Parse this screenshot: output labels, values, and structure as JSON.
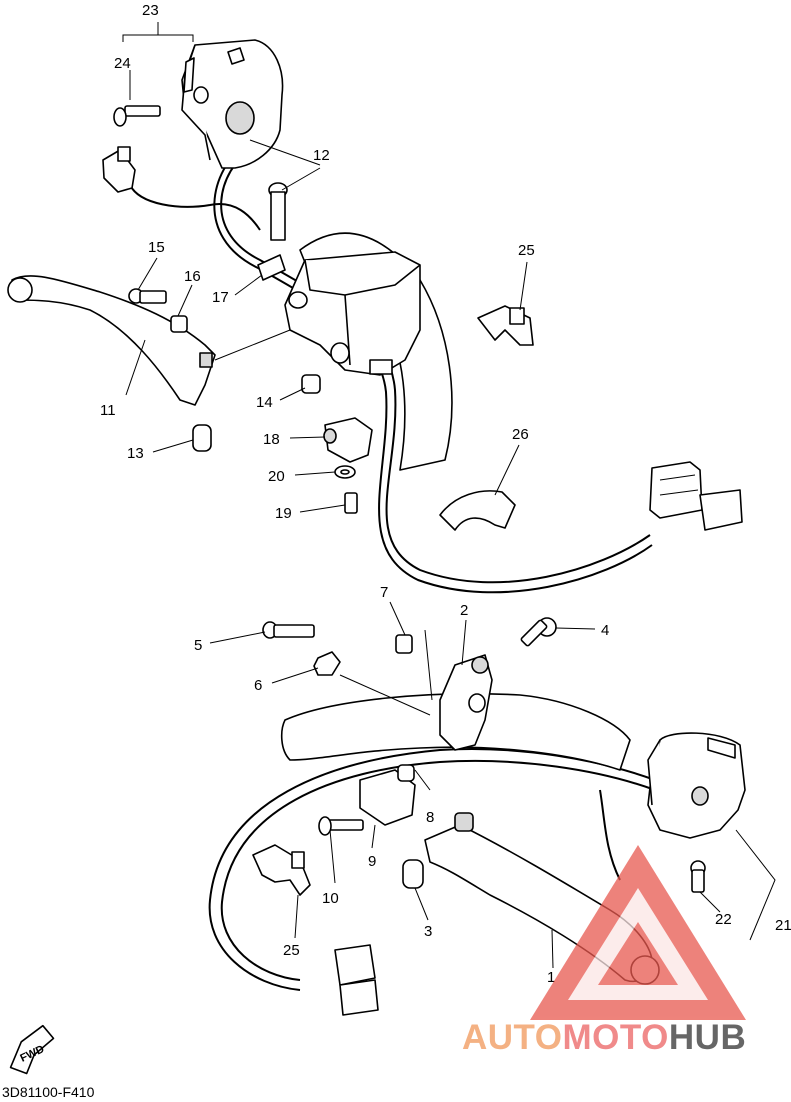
{
  "diagram": {
    "callouts": [
      "23",
      "24",
      "12",
      "15",
      "16",
      "17",
      "25",
      "11",
      "14",
      "18",
      "13",
      "20",
      "26",
      "19",
      "7",
      "2",
      "4",
      "5",
      "6",
      "8",
      "9",
      "10",
      "3",
      "25",
      "22",
      "21",
      "1"
    ],
    "fwd_label": "FWD",
    "drawing_code": "3D81100-F410"
  },
  "watermark": {
    "part1": "AUTO",
    "part2": "MOTO",
    "part3": "HUB",
    "colors": {
      "auto": "#f4b183",
      "moto": "#f08a8a",
      "hub": "#666666",
      "triangle": "#e8594f"
    }
  }
}
